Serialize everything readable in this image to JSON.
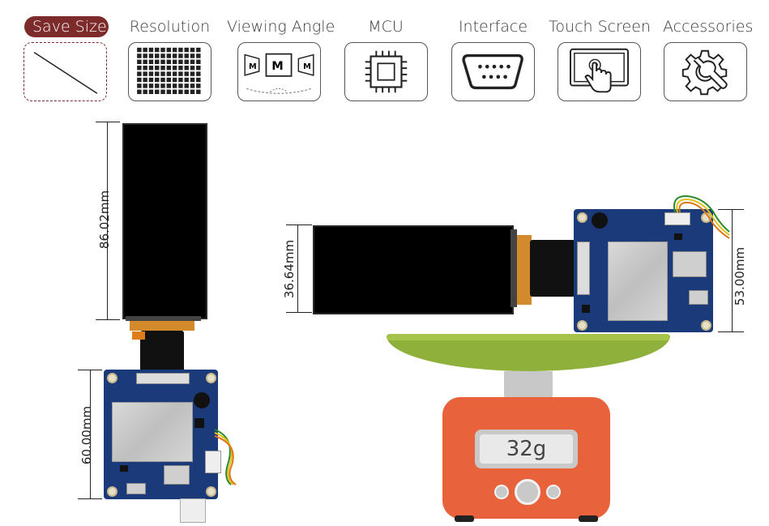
{
  "tabs": [
    {
      "label": "Save Size",
      "icon": "diagonal-line-icon",
      "active": true
    },
    {
      "label": "Resolution",
      "icon": "pixel-grid-icon",
      "active": false
    },
    {
      "label": "Viewing Angle",
      "icon": "viewing-angle-icon",
      "active": false
    },
    {
      "label": "MCU",
      "icon": "chip-icon",
      "active": false
    },
    {
      "label": "Interface",
      "icon": "serial-port-icon",
      "active": false
    },
    {
      "label": "Touch Screen",
      "icon": "touch-hand-icon",
      "active": false
    },
    {
      "label": "Accessories",
      "icon": "gear-wrench-icon",
      "active": false
    }
  ],
  "dimensions": {
    "screen_height": "86.02mm",
    "board_height": "60.00mm",
    "screen_width": "36.64mm",
    "board_width": "53.00mm"
  },
  "scale": {
    "weight": "32g"
  },
  "colors": {
    "accent": "#7d2a2a",
    "scale_body": "#e8623c",
    "scale_plate": "#8fb03a",
    "pcb": "#1b3a7a"
  }
}
